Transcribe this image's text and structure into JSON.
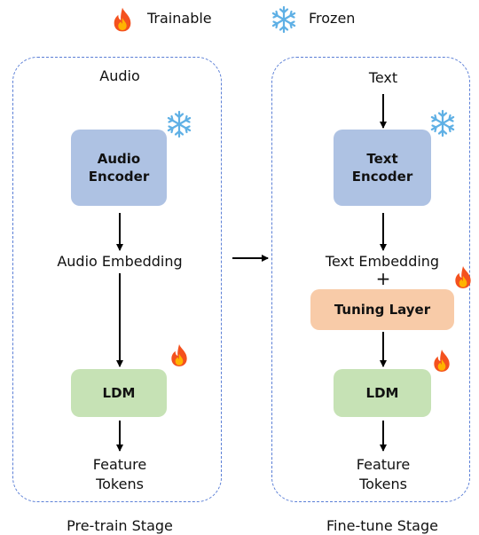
{
  "legend": {
    "trainable_label": "Trainable",
    "frozen_label": "Frozen",
    "trainable_icon": "fire-icon",
    "frozen_icon": "snowflake-icon"
  },
  "pretrain": {
    "input_label": "Audio",
    "encoder_line1": "Audio",
    "encoder_line2": "Encoder",
    "embedding_label": "Audio Embedding",
    "ldm_label": "LDM",
    "output_line1": "Feature",
    "output_line2": "Tokens",
    "stage_label": "Pre-train Stage"
  },
  "finetune": {
    "input_label": "Text",
    "encoder_line1": "Text",
    "encoder_line2": "Encoder",
    "embedding_label": "Text Embedding",
    "plus_sign": "+",
    "tuning_label": "Tuning Layer",
    "ldm_label": "LDM",
    "output_line1": "Feature",
    "output_line2": "Tokens",
    "stage_label": "Fine-tune Stage"
  },
  "colors": {
    "panel_border": "#5b7fd6",
    "encoder_fill": "#aec2e3",
    "ldm_fill": "#c6e2b5",
    "tuning_fill": "#f8cba8",
    "fire_outer": "#f4511e",
    "fire_inner": "#ffb300",
    "snowflake": "#5fb0e5"
  }
}
